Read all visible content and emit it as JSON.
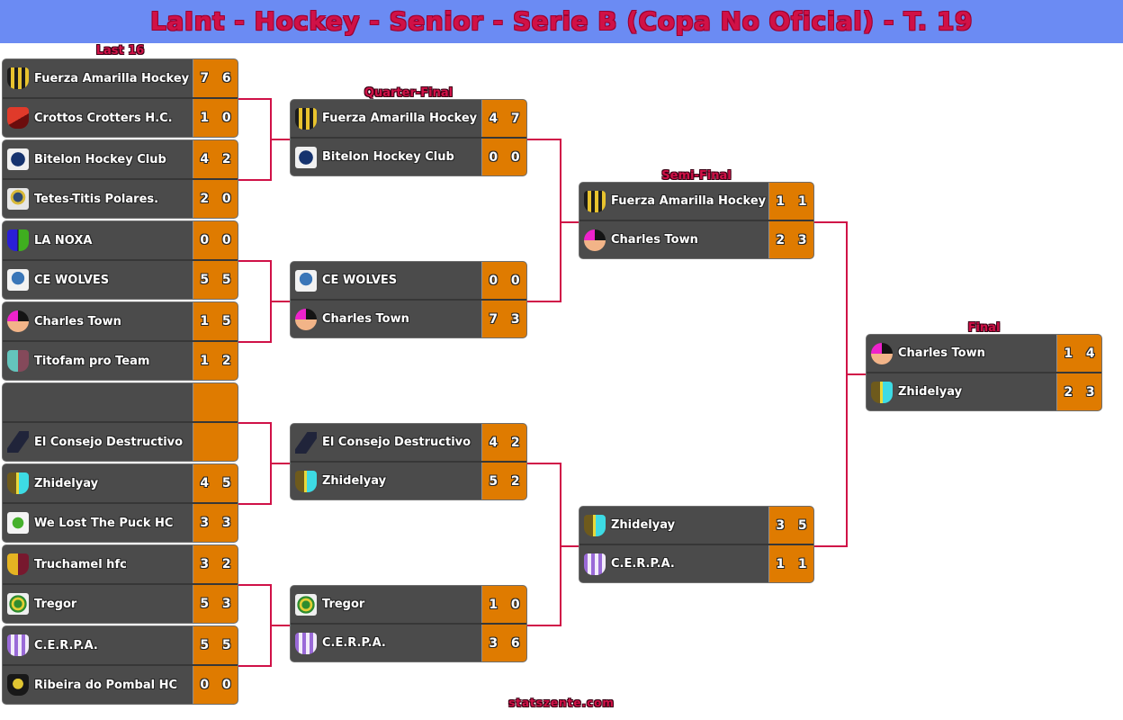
{
  "title": "LaInt - Hockey - Senior - Serie B (Copa No Oficial) - T. 19",
  "footer": "statszente.com",
  "colors": {
    "banner_blue": "#6b8bf3",
    "accent_crimson": "#d01147",
    "row_gray": "#4b4b4b",
    "score_orange": "#df7b00",
    "text_white": "#ffffff"
  },
  "rounds": {
    "last16": {
      "label": "Last 16",
      "matches": [
        {
          "teams": [
            {
              "name": "Fuerza Amarilla Hockey",
              "s1": "7",
              "s2": "6",
              "logo": "background:repeating-linear-gradient(90deg,#1c1c1c 0 4px,#e8c32e 4px 8px);border-radius:4px 4px 10px 10px"
            },
            {
              "name": "Crottos Crotters H.C.",
              "s1": "1",
              "s2": "0",
              "logo": "background:linear-gradient(150deg,#e03a2a 55%,#6b0d0d 55%);border-radius:4px 4px 10px 10px"
            }
          ]
        },
        {
          "teams": [
            {
              "name": "Bitelon Hockey Club",
              "s1": "4",
              "s2": "2",
              "logo": "background:radial-gradient(ellipse at 50% 50%,#16336e 45%,#f0f0f0 47%);border-radius:3px"
            },
            {
              "name": "Tetes-Titis Polares.",
              "s1": "2",
              "s2": "0",
              "logo": "background:radial-gradient(circle at 50% 42%,#2e4a73 28%,#d8b93a 30% 44%,#e6e6e6 46%);border-radius:3px"
            }
          ]
        },
        {
          "teams": [
            {
              "name": "LA NOXA",
              "s1": "0",
              "s2": "0",
              "logo": "background:linear-gradient(90deg,#2a1fd8 47%,#141414 47% 53%,#3fae1f 53%);border-radius:4px 4px 10px 10px"
            },
            {
              "name": "CE WOLVES",
              "s1": "5",
              "s2": "5",
              "logo": "background:radial-gradient(circle at 50% 42%,#3a76b8 38%,#f2f2f2 40%);border-radius:3px"
            }
          ]
        },
        {
          "teams": [
            {
              "name": "Charles Town",
              "s1": "1",
              "s2": "5",
              "logo": "background:conic-gradient(#141414 0 25%,#f2b488 25% 75%,#ee22cc 75%);border-radius:50%"
            },
            {
              "name": "Titofam pro Team",
              "s1": "1",
              "s2": "2",
              "logo": "background:linear-gradient(90deg,#64c4bc 50%,#84495a 50%);border-radius:4px 4px 10px 10px"
            }
          ]
        },
        {
          "teams": [
            {
              "name": "",
              "s1": "",
              "s2": "",
              "logo": "display:none"
            },
            {
              "name": "El Consejo Destructivo",
              "s1": "",
              "s2": "",
              "logo": "background:linear-gradient(125deg,rgba(0,0,0,0) 32%,#20243a 34% 70%,rgba(0,0,0,0) 72%)"
            }
          ]
        },
        {
          "teams": [
            {
              "name": "Zhidelyay",
              "s1": "4",
              "s2": "5",
              "logo": "background:linear-gradient(90deg,#6e5a1c 42%,#e8d83a 42% 54%,#3ddbe4 54%);border-radius:4px 4px 10px 10px"
            },
            {
              "name": "We Lost The Puck HC",
              "s1": "3",
              "s2": "3",
              "logo": "background:radial-gradient(circle at 50% 50%,#46b12c 36%,#f4f4f4 38%);border-radius:3px"
            }
          ]
        },
        {
          "teams": [
            {
              "name": "Truchamel hfc",
              "s1": "3",
              "s2": "2",
              "logo": "background:linear-gradient(90deg,#e5b422 50%,#77182e 50%);border-radius:4px 4px 10px 10px"
            },
            {
              "name": "Tregor",
              "s1": "5",
              "s2": "3",
              "logo": "background:radial-gradient(circle at 50% 50%,#2f8d2f 26%,#e3cf35 28% 42%,#2f8d2f 44% 56%,#efefef 58%);border-radius:3px"
            }
          ]
        },
        {
          "teams": [
            {
              "name": "C.E.R.P.A.",
              "s1": "5",
              "s2": "5",
              "logo": "background:repeating-linear-gradient(90deg,#9a6ad8 0 4px,#f2ecfa 4px 8px);border-radius:4px 4px 10px 10px"
            },
            {
              "name": "Ribeira do Pombal HC",
              "s1": "0",
              "s2": "0",
              "logo": "background:radial-gradient(circle at 50% 45%,#e0c532 32%,#181818 34%);border-radius:4px 4px 10px 10px"
            }
          ]
        }
      ]
    },
    "quarter": {
      "label": "Quarter-Final",
      "matches": [
        {
          "teams": [
            {
              "name": "Fuerza Amarilla Hockey",
              "s1": "4",
              "s2": "7",
              "logo": "background:repeating-linear-gradient(90deg,#1c1c1c 0 4px,#e8c32e 4px 8px);border-radius:4px 4px 10px 10px"
            },
            {
              "name": "Bitelon Hockey Club",
              "s1": "0",
              "s2": "0",
              "logo": "background:radial-gradient(ellipse at 50% 50%,#16336e 45%,#f0f0f0 47%);border-radius:3px"
            }
          ]
        },
        {
          "teams": [
            {
              "name": "CE WOLVES",
              "s1": "0",
              "s2": "0",
              "logo": "background:radial-gradient(circle at 50% 42%,#3a76b8 38%,#f2f2f2 40%);border-radius:3px"
            },
            {
              "name": "Charles Town",
              "s1": "7",
              "s2": "3",
              "logo": "background:conic-gradient(#141414 0 25%,#f2b488 25% 75%,#ee22cc 75%);border-radius:50%"
            }
          ]
        },
        {
          "teams": [
            {
              "name": "El Consejo Destructivo",
              "s1": "4",
              "s2": "2",
              "logo": "background:linear-gradient(125deg,rgba(0,0,0,0) 32%,#20243a 34% 70%,rgba(0,0,0,0) 72%)"
            },
            {
              "name": "Zhidelyay",
              "s1": "5",
              "s2": "2",
              "logo": "background:linear-gradient(90deg,#6e5a1c 42%,#e8d83a 42% 54%,#3ddbe4 54%);border-radius:4px 4px 10px 10px"
            }
          ]
        },
        {
          "teams": [
            {
              "name": "Tregor",
              "s1": "1",
              "s2": "0",
              "logo": "background:radial-gradient(circle at 50% 50%,#2f8d2f 26%,#e3cf35 28% 42%,#2f8d2f 44% 56%,#efefef 58%);border-radius:3px"
            },
            {
              "name": "C.E.R.P.A.",
              "s1": "3",
              "s2": "6",
              "logo": "background:repeating-linear-gradient(90deg,#9a6ad8 0 4px,#f2ecfa 4px 8px);border-radius:4px 4px 10px 10px"
            }
          ]
        }
      ]
    },
    "semi": {
      "label": "Semi-Final",
      "matches": [
        {
          "teams": [
            {
              "name": "Fuerza Amarilla Hockey",
              "s1": "1",
              "s2": "1",
              "logo": "background:repeating-linear-gradient(90deg,#1c1c1c 0 4px,#e8c32e 4px 8px);border-radius:4px 4px 10px 10px"
            },
            {
              "name": "Charles Town",
              "s1": "2",
              "s2": "3",
              "logo": "background:conic-gradient(#141414 0 25%,#f2b488 25% 75%,#ee22cc 75%);border-radius:50%"
            }
          ]
        },
        {
          "teams": [
            {
              "name": "Zhidelyay",
              "s1": "3",
              "s2": "5",
              "logo": "background:linear-gradient(90deg,#6e5a1c 42%,#e8d83a 42% 54%,#3ddbe4 54%);border-radius:4px 4px 10px 10px"
            },
            {
              "name": "C.E.R.P.A.",
              "s1": "1",
              "s2": "1",
              "logo": "background:repeating-linear-gradient(90deg,#9a6ad8 0 4px,#f2ecfa 4px 8px);border-radius:4px 4px 10px 10px"
            }
          ]
        }
      ]
    },
    "final": {
      "label": "Final",
      "matches": [
        {
          "teams": [
            {
              "name": "Charles Town",
              "s1": "1",
              "s2": "4",
              "logo": "background:conic-gradient(#141414 0 25%,#f2b488 25% 75%,#ee22cc 75%);border-radius:50%"
            },
            {
              "name": "Zhidelyay",
              "s1": "2",
              "s2": "3",
              "logo": "background:linear-gradient(90deg,#6e5a1c 42%,#e8d83a 42% 54%,#3ddbe4 54%);border-radius:4px 4px 10px 10px"
            }
          ]
        }
      ]
    }
  }
}
